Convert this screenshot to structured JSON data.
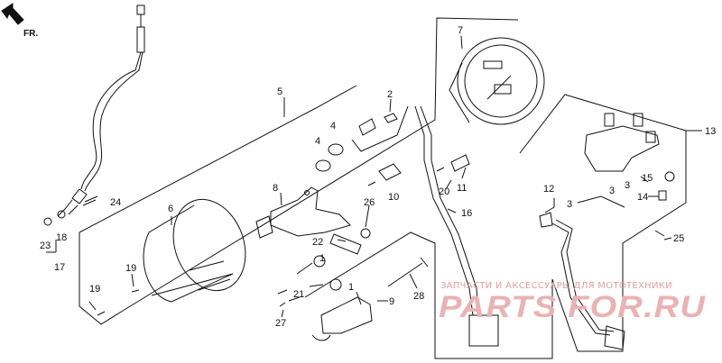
{
  "direction_label": "FR.",
  "callouts": [
    "1",
    "1",
    "2",
    "4",
    "4",
    "5",
    "6",
    "7",
    "8",
    "9",
    "10",
    "11",
    "12",
    "13",
    "14",
    "15",
    "16",
    "17",
    "18",
    "19",
    "19",
    "20",
    "21",
    "22",
    "23",
    "24",
    "25",
    "26",
    "27",
    "28",
    "3",
    "3",
    "3"
  ],
  "watermark": {
    "line1": "ЗАПЧАСТИ И АКСЕССУАРЫ ДЛЯ МОТОТЕХНИКИ",
    "line2": "PARTS FOR.RU"
  },
  "colors": {
    "line": "#111111",
    "watermark": "#e9b3b3"
  }
}
